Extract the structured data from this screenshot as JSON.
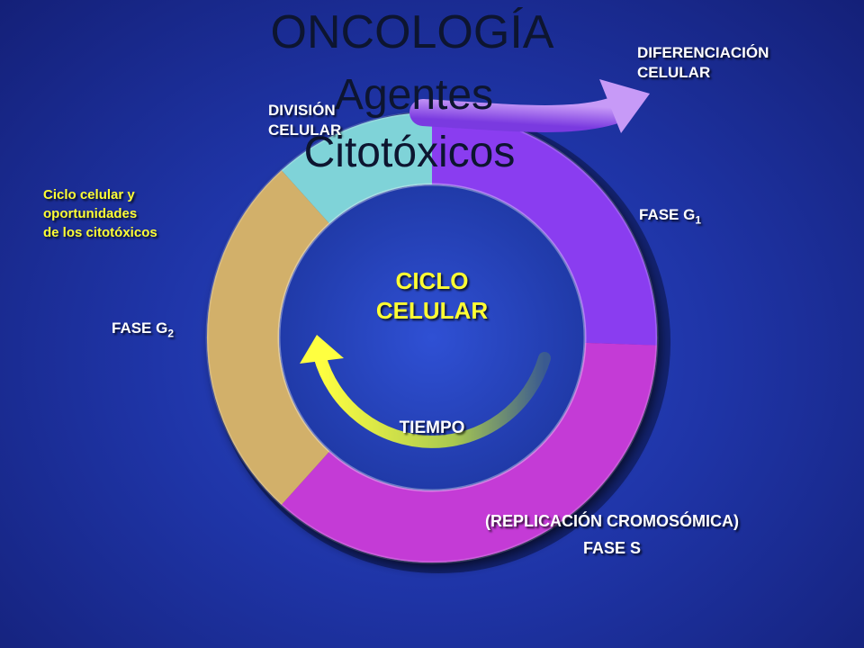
{
  "slide": {
    "title": "ONCOLOGÍA",
    "subtitle_line1": "Agentes",
    "subtitle_line2": "Citotóxicos"
  },
  "labels": {
    "division_line1": "DIVISIÓN",
    "division_line2": "CELULAR",
    "diferenciacion_line1": "DIFERENCIACIÓN",
    "diferenciacion_line2": "CELULAR",
    "side_note_line1": "Ciclo celular  y",
    "side_note_line2": "oportunidades",
    "side_note_line3": "de los citotóxicos",
    "fase_g1": "FASE G",
    "fase_g1_sub": "1",
    "fase_g2": "FASE G",
    "fase_g2_sub": "2",
    "ciclo_line1": "CICLO",
    "ciclo_line2": "CELULAR",
    "tiempo": "TIEMPO",
    "replicacion": "(REPLICACIÓN CROMOSÓMICA)",
    "fase_s": "FASE S"
  },
  "colors": {
    "fase_g1": "#8a3cf0",
    "fase_s": "#c43ad6",
    "fase_g2": "#d2b06a",
    "division": "#7fd3d8",
    "label_yellow": "#ffff33",
    "title_dark": "#0d1530"
  }
}
